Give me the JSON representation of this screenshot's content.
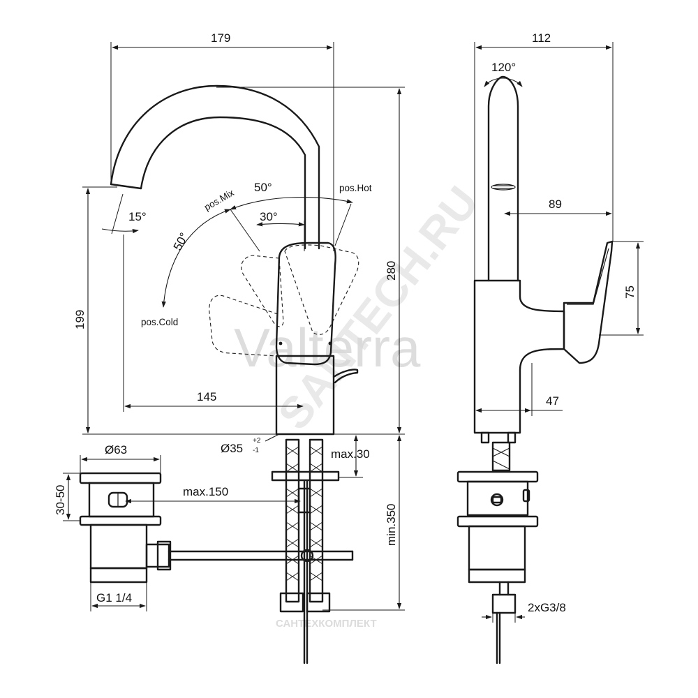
{
  "dimensions": {
    "width_total": "179",
    "depth_total": "112",
    "swivel_angle": "120°",
    "spout_tilt": "15°",
    "angle_mix_hot": "50°",
    "angle_30": "30°",
    "angle_cold": "50°",
    "height_spout": "199",
    "height_total": "280",
    "reach_spout": "145",
    "side_89": "89",
    "lever_75": "75",
    "body_47": "47",
    "waste_diameter": "Ø63",
    "waste_height": "30-50",
    "waste_thread": "G1 1/4",
    "max_150": "max.150",
    "max_30": "max.30",
    "base_dia": "Ø35",
    "base_tol_plus": "+2",
    "base_tol_minus": "-1",
    "min_350": "min.350",
    "hoses": "2xG3/8"
  },
  "positions": {
    "mix": "pos.Mix",
    "hot": "pos.Hot",
    "cold": "pos.Cold"
  },
  "watermarks": {
    "brand": "Valterra",
    "site": "SANTECH.RU",
    "company": "САНТЕХКОМПЛЕКТ"
  }
}
